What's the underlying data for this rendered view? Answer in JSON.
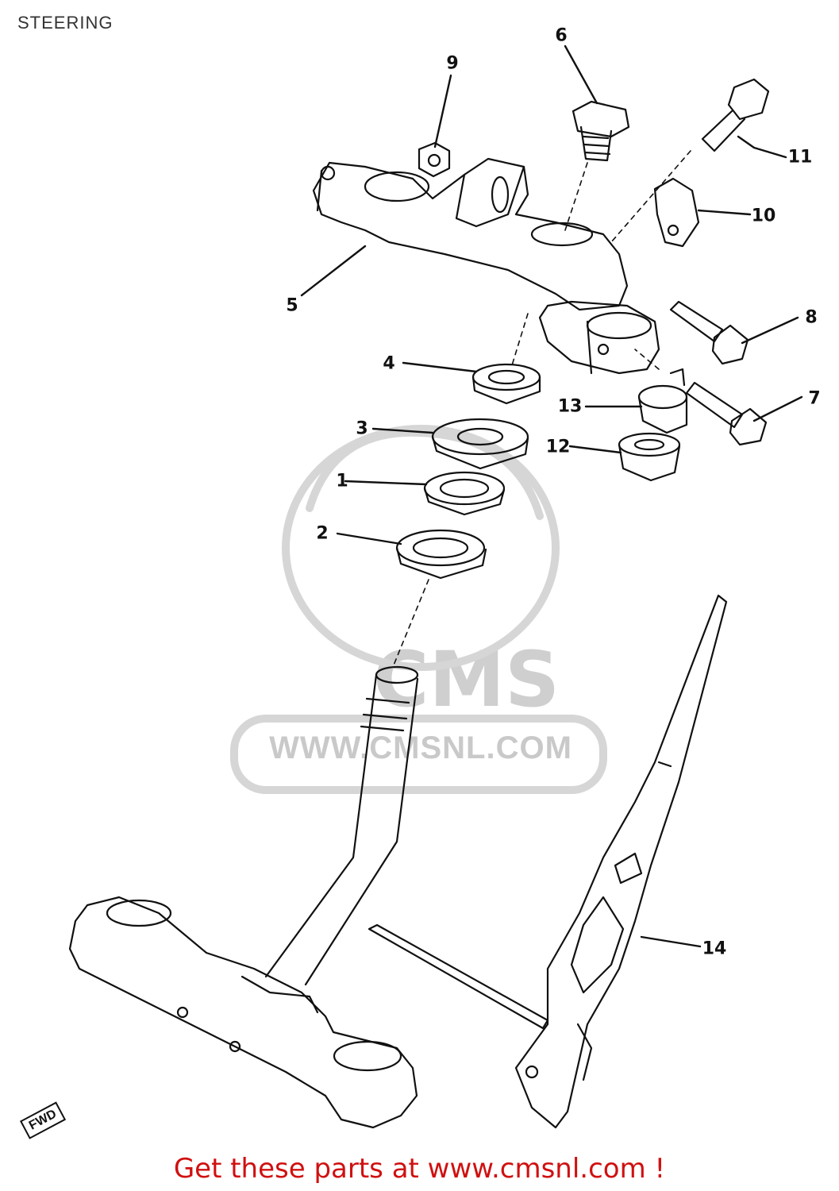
{
  "page": {
    "title": "STEERING"
  },
  "watermark": {
    "logo_text": "CMS",
    "url_text": "WWW.CMSNL.COM"
  },
  "diagram": {
    "fwd_marker": "FWD",
    "callouts": [
      {
        "number": "1"
      },
      {
        "number": "2"
      },
      {
        "number": "3"
      },
      {
        "number": "4"
      },
      {
        "number": "5"
      },
      {
        "number": "6"
      },
      {
        "number": "7"
      },
      {
        "number": "8"
      },
      {
        "number": "9"
      },
      {
        "number": "10"
      },
      {
        "number": "11"
      },
      {
        "number": "12"
      },
      {
        "number": "13"
      },
      {
        "number": "14"
      }
    ]
  },
  "footer": {
    "cta_text": "Get these parts at www.cmsnl.com !"
  },
  "colors": {
    "line": "#111111",
    "watermark": "#cccccc",
    "footer_text": "#d01010"
  }
}
